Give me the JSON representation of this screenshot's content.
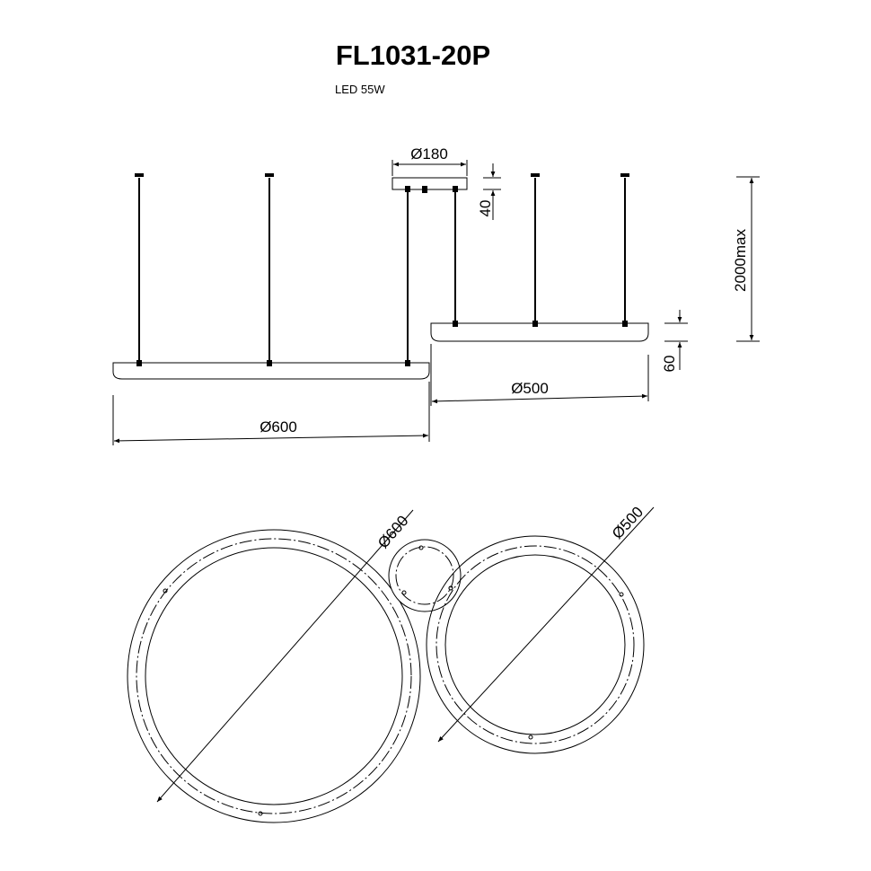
{
  "title": "FL1031-20P",
  "subtitle": "LED 55W",
  "dimensions": {
    "canopy_diameter": "Ø180",
    "canopy_height": "40",
    "max_height": "2000max",
    "ring_height": "60",
    "small_ring_diameter": "Ø500",
    "large_ring_diameter": "Ø600",
    "top_large_diameter": "Ø600",
    "top_small_diameter": "Ø500"
  }
}
